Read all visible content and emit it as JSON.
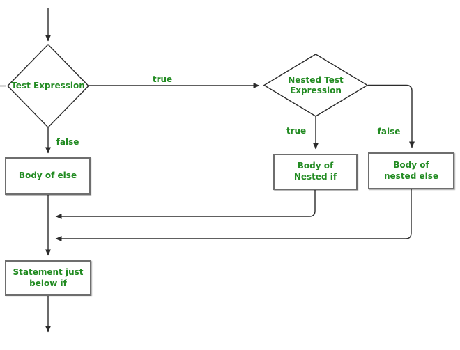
{
  "colors": {
    "label_green": "#228B22",
    "line": "#2b2b2b",
    "box_border": "#6e6e6e",
    "background": "#ffffff"
  },
  "flowchart": {
    "type": "nested-if-else-flowchart",
    "decisions": [
      {
        "id": "test-expression",
        "label": "Test Expression"
      },
      {
        "id": "nested-test-expression",
        "label": "Nested Test\nExpression"
      }
    ],
    "processes": [
      {
        "id": "body-of-else",
        "label": "Body of else"
      },
      {
        "id": "body-of-nested-if",
        "label": "Body of\nNested if"
      },
      {
        "id": "body-of-nested-else",
        "label": "Body of\nnested else"
      },
      {
        "id": "statement-just-below-if",
        "label": "Statement just\nbelow if"
      }
    ],
    "edge_labels": {
      "outer_true": "true",
      "outer_false": "false",
      "nested_true": "true",
      "nested_false": "false"
    }
  }
}
